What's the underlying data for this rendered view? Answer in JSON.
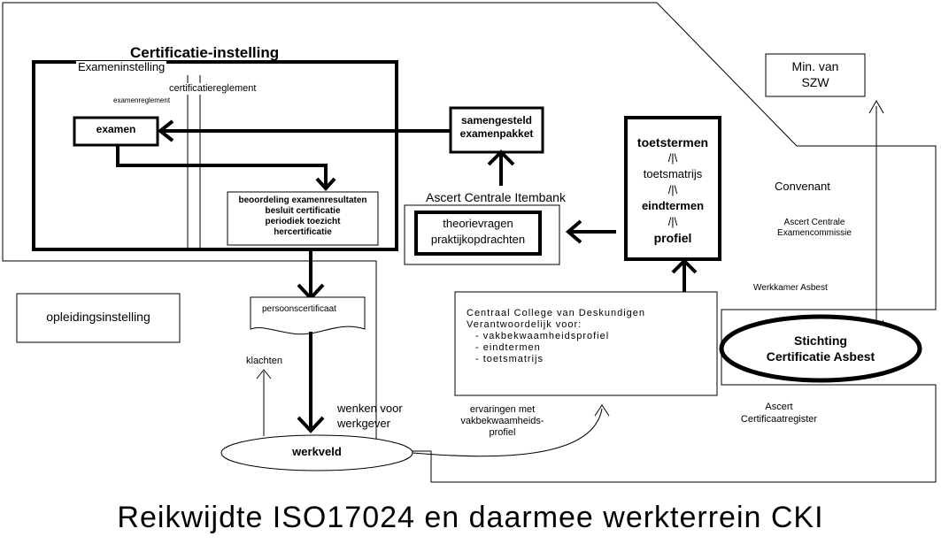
{
  "title": "Reikwijdte ISO17024  en daarmee werkterrein  CKI",
  "certificatie_instelling": {
    "label": "Certificatie-instelling",
    "examen_label": "Exameninstelling",
    "certificatiereglement": "certificatiereglement",
    "examenreglement": "examenreglement",
    "examen_box": "examen",
    "beoordeling": [
      "beoordeling examenresultaten",
      "besluit certificatie",
      "periodiek toezicht",
      "hercertificatie"
    ]
  },
  "samengesteld": [
    "samengesteld",
    "examenpakket"
  ],
  "itembank": {
    "label": "Ascert Centrale Itembank",
    "lines": [
      "theorievragen",
      "praktijkopdrachten"
    ]
  },
  "toets": {
    "toetstermen": "toetstermen",
    "toetsmatrijs": "toetsmatrijs",
    "eindtermen": "eindtermen",
    "profiel": "profiel",
    "arrow_glyph": "/|\\"
  },
  "persoonscertificaat": "persoonscertificaat",
  "opleidingsinstelling": "opleidingsinstelling",
  "klachten": "klachten",
  "wenken": [
    "wenken voor",
    "werkgever"
  ],
  "werkveld": "werkveld",
  "ervaringen": [
    "ervaringen met",
    "vakbekwaamheids-",
    "profiel"
  ],
  "ccvd": {
    "title": "Centraal College van Deskundigen",
    "subtitle": "Verantwoordelijk voor:",
    "items": [
      "-  vakbekwaamheidsprofiel",
      "-  eindtermen",
      "-  toetsmatrijs"
    ]
  },
  "min": [
    "Min. van",
    "SZW"
  ],
  "convenant": "Convenant",
  "examencommissie": [
    "Ascert Centrale",
    "Examencommissie"
  ],
  "werkkamer": "Werkkamer Asbest",
  "stichting": [
    "Stichting",
    "Certificatie Asbest"
  ],
  "register": [
    "Ascert",
    "Certificaatregister"
  ]
}
